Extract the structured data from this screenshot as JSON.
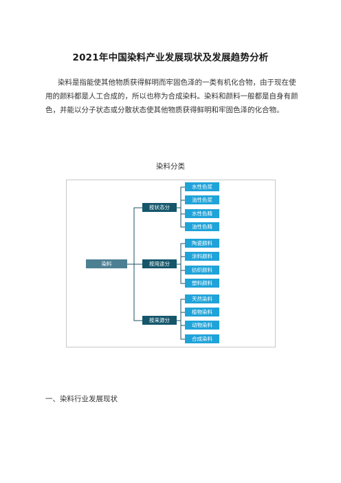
{
  "title": "2021年中国染料产业发展现状及发展趋势分析",
  "paragraph": "染料是指能使其他物质获得鲜明而牢固色泽的一类有机化合物，由于现在使用的颜料都是人工合成的，所以也称为合成染料。染料和颜料一般都是自身有颜色，并能以分子状态或分散状态使其他物质获得鲜明和牢固色泽的化合物。",
  "figure_caption": "染料分类",
  "diagram": {
    "root": "染料",
    "groups": [
      {
        "label": "按状态分",
        "children": [
          "水性色浆",
          "油性色浆",
          "水性色精",
          "油性色精"
        ]
      },
      {
        "label": "按用途分",
        "children": [
          "陶瓷颜料",
          "涂料颜料",
          "纺织颜料",
          "塑料颜料"
        ]
      },
      {
        "label": "按来源分",
        "children": [
          "天然染料",
          "植物染料",
          "动物染料",
          "合成染料"
        ]
      }
    ]
  },
  "section_heading": "一、染料行业发展现状"
}
